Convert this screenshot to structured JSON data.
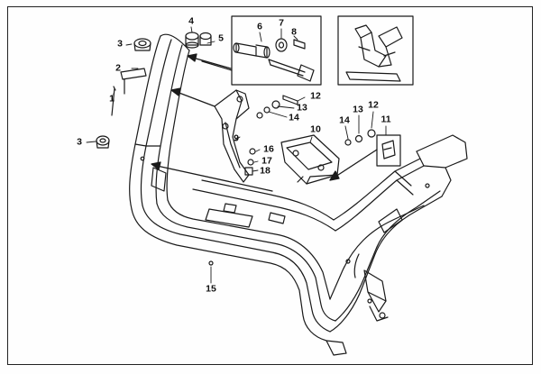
{
  "colors": {
    "paper": "#fefefe",
    "ink": "#1a1a1a",
    "shade": "#8a8a8a",
    "hatch": "#555555"
  },
  "callouts": [
    {
      "id": "c1",
      "text": "1"
    },
    {
      "id": "c2",
      "text": "2"
    },
    {
      "id": "c3a",
      "text": "3"
    },
    {
      "id": "c3b",
      "text": "3"
    },
    {
      "id": "c4",
      "text": "4"
    },
    {
      "id": "c5",
      "text": "5"
    },
    {
      "id": "c6",
      "text": "6"
    },
    {
      "id": "c7",
      "text": "7"
    },
    {
      "id": "c8",
      "text": "8"
    },
    {
      "id": "c9",
      "text": "9"
    },
    {
      "id": "c10",
      "text": "10"
    },
    {
      "id": "c11",
      "text": "11"
    },
    {
      "id": "c12a",
      "text": "12"
    },
    {
      "id": "c12b",
      "text": "12"
    },
    {
      "id": "c13a",
      "text": "13"
    },
    {
      "id": "c13b",
      "text": "13"
    },
    {
      "id": "c14a",
      "text": "14"
    },
    {
      "id": "c14b",
      "text": "14"
    },
    {
      "id": "c15",
      "text": "15"
    },
    {
      "id": "c16",
      "text": "16"
    },
    {
      "id": "c17",
      "text": "17"
    },
    {
      "id": "c18",
      "text": "18"
    }
  ]
}
